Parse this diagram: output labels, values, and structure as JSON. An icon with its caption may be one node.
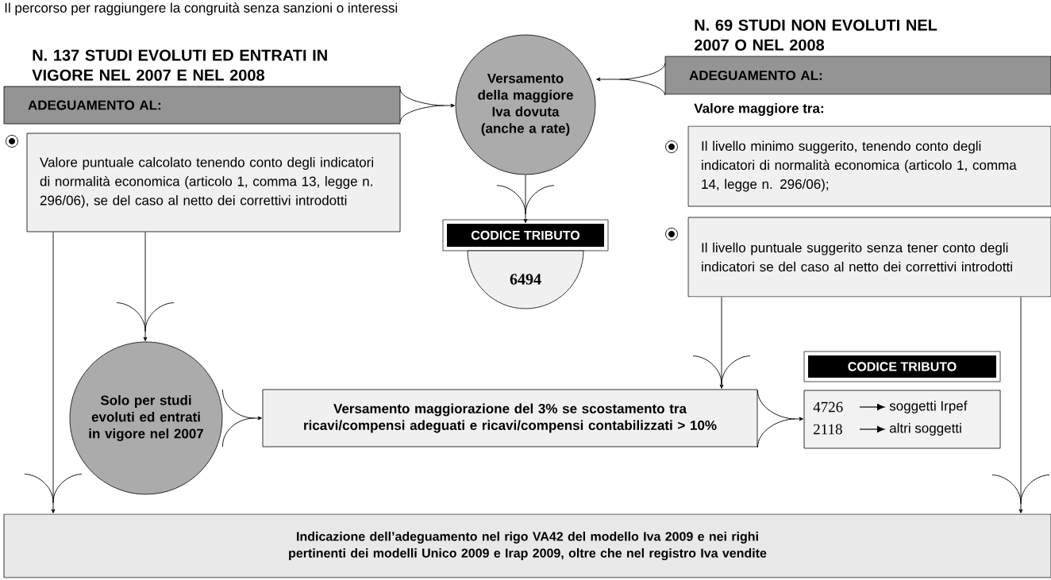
{
  "diagram": {
    "title": "Il percorso per raggiungere la congruità senza sanzioni o interessi",
    "nodes": [
      {
        "text": [
          "N. 137 STUDI EVOLUTI ED ENTRATI IN VIGORE NEL 2007 E NEL 2008",
          "ADEGUAMENTO AL:"
        ]
      },
      {
        "text": [
          "Valore puntuale calcolato tenendo conto degli indicatori di normalità economica (articolo 1, comma 13, legge n. 296/06), se del caso al netto dei correttivi introdotti"
        ]
      },
      {
        "text": [
          "Versamento della maggiore Iva dovuta (anche a rate)"
        ]
      },
      {
        "text": [
          "CODICE TRIBUTO"
        ]
      },
      {
        "text": [
          "6494"
        ]
      },
      {
        "text": [
          "N. 69 STUDI NON EVOLUTI NEL 2007 O NEL 2008",
          "ADEGUAMENTO AL:"
        ]
      },
      {
        "text": [
          "Il livello minimo suggerito, tenendo conto degli indicatori di normalità economica (articolo 1, comma 14, legge n. 296/06);"
        ]
      },
      {
        "text": [
          "Il livello puntuale suggerito senza tener conto degli indicatori se del caso al netto dei correttivi introdotti"
        ]
      },
      {
        "text": [
          "Solo per studi evoluti ed entrati in vigore nel 2007"
        ]
      },
      {
        "text": [
          "Versamento maggiorazione del 3% se scostamento tra ricavi/compensi adeguati e ricavi/compensi contabilizzati > 10%"
        ]
      },
      {
        "text": [
          "CODICE TRIBUTO"
        ]
      },
      {
        "text": [
          "4726",
          "soggetti Irpef",
          "2118",
          "altri soggetti"
        ]
      },
      {
        "text": [
          "Indicazione dell’adeguamento nel rigo VA42 del modello Iva 2009 e nei righi pertinenti dei modelli Unico 2009 e Irap 2009, oltre che nel registro Iva vendite"
        ]
      }
    ],
    "edges": [
      {
        "from": 0,
        "to": 2,
        "arrow": "to"
      },
      {
        "from": 5,
        "to": 2,
        "arrow": "to"
      },
      {
        "from": 2,
        "to": 3,
        "arrow": "to"
      },
      {
        "from": 1,
        "to": 8,
        "arrow": "to"
      },
      {
        "from": 8,
        "to": 9,
        "arrow": "to"
      },
      {
        "from": 9,
        "to": 11,
        "arrow": "to"
      },
      {
        "from": 7,
        "to": 9,
        "arrow": "to"
      },
      {
        "from": 1,
        "to": 12,
        "arrow": "to"
      },
      {
        "from": 7,
        "to": 12,
        "arrow": "to"
      }
    ],
    "labels": [
      "Valore maggiore tra:"
    ]
  }
}
